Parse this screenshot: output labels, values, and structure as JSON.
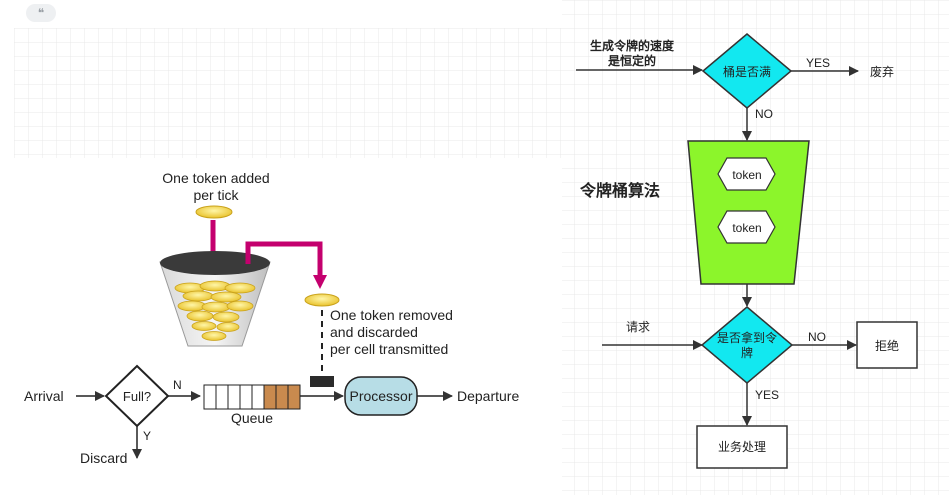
{
  "quote_icon_glyph": "❝",
  "left": {
    "token_added": [
      "One token added",
      "per tick"
    ],
    "token_removed": [
      "One token removed",
      "and discarded",
      "per cell transmitted"
    ],
    "arrival": "Arrival",
    "full": "Full?",
    "n": "N",
    "y": "Y",
    "queue": "Queue",
    "processor": "Processor",
    "departure": "Departure",
    "discard": "Discard"
  },
  "right": {
    "rate_question": [
      "生成令牌的速度",
      "是恒定的"
    ],
    "bucket_full": "桶是否满",
    "yes_top": "YES",
    "discard": "废弃",
    "no_top": "NO",
    "title": "令牌桶算法",
    "tokens": [
      "token",
      "token"
    ],
    "request": "请求",
    "get_token": [
      "是否拿到令",
      "牌"
    ],
    "no_bottom": "NO",
    "reject": "拒绝",
    "yes_bottom": "YES",
    "business": "业务处理"
  },
  "colors": {
    "magenta": "#c4006e",
    "gold": "#f4d44a",
    "cyan": "#12e8f0",
    "green": "#8cf52b",
    "queue_brown": "#c98a4e",
    "processor_fill": "#b7dde6"
  }
}
